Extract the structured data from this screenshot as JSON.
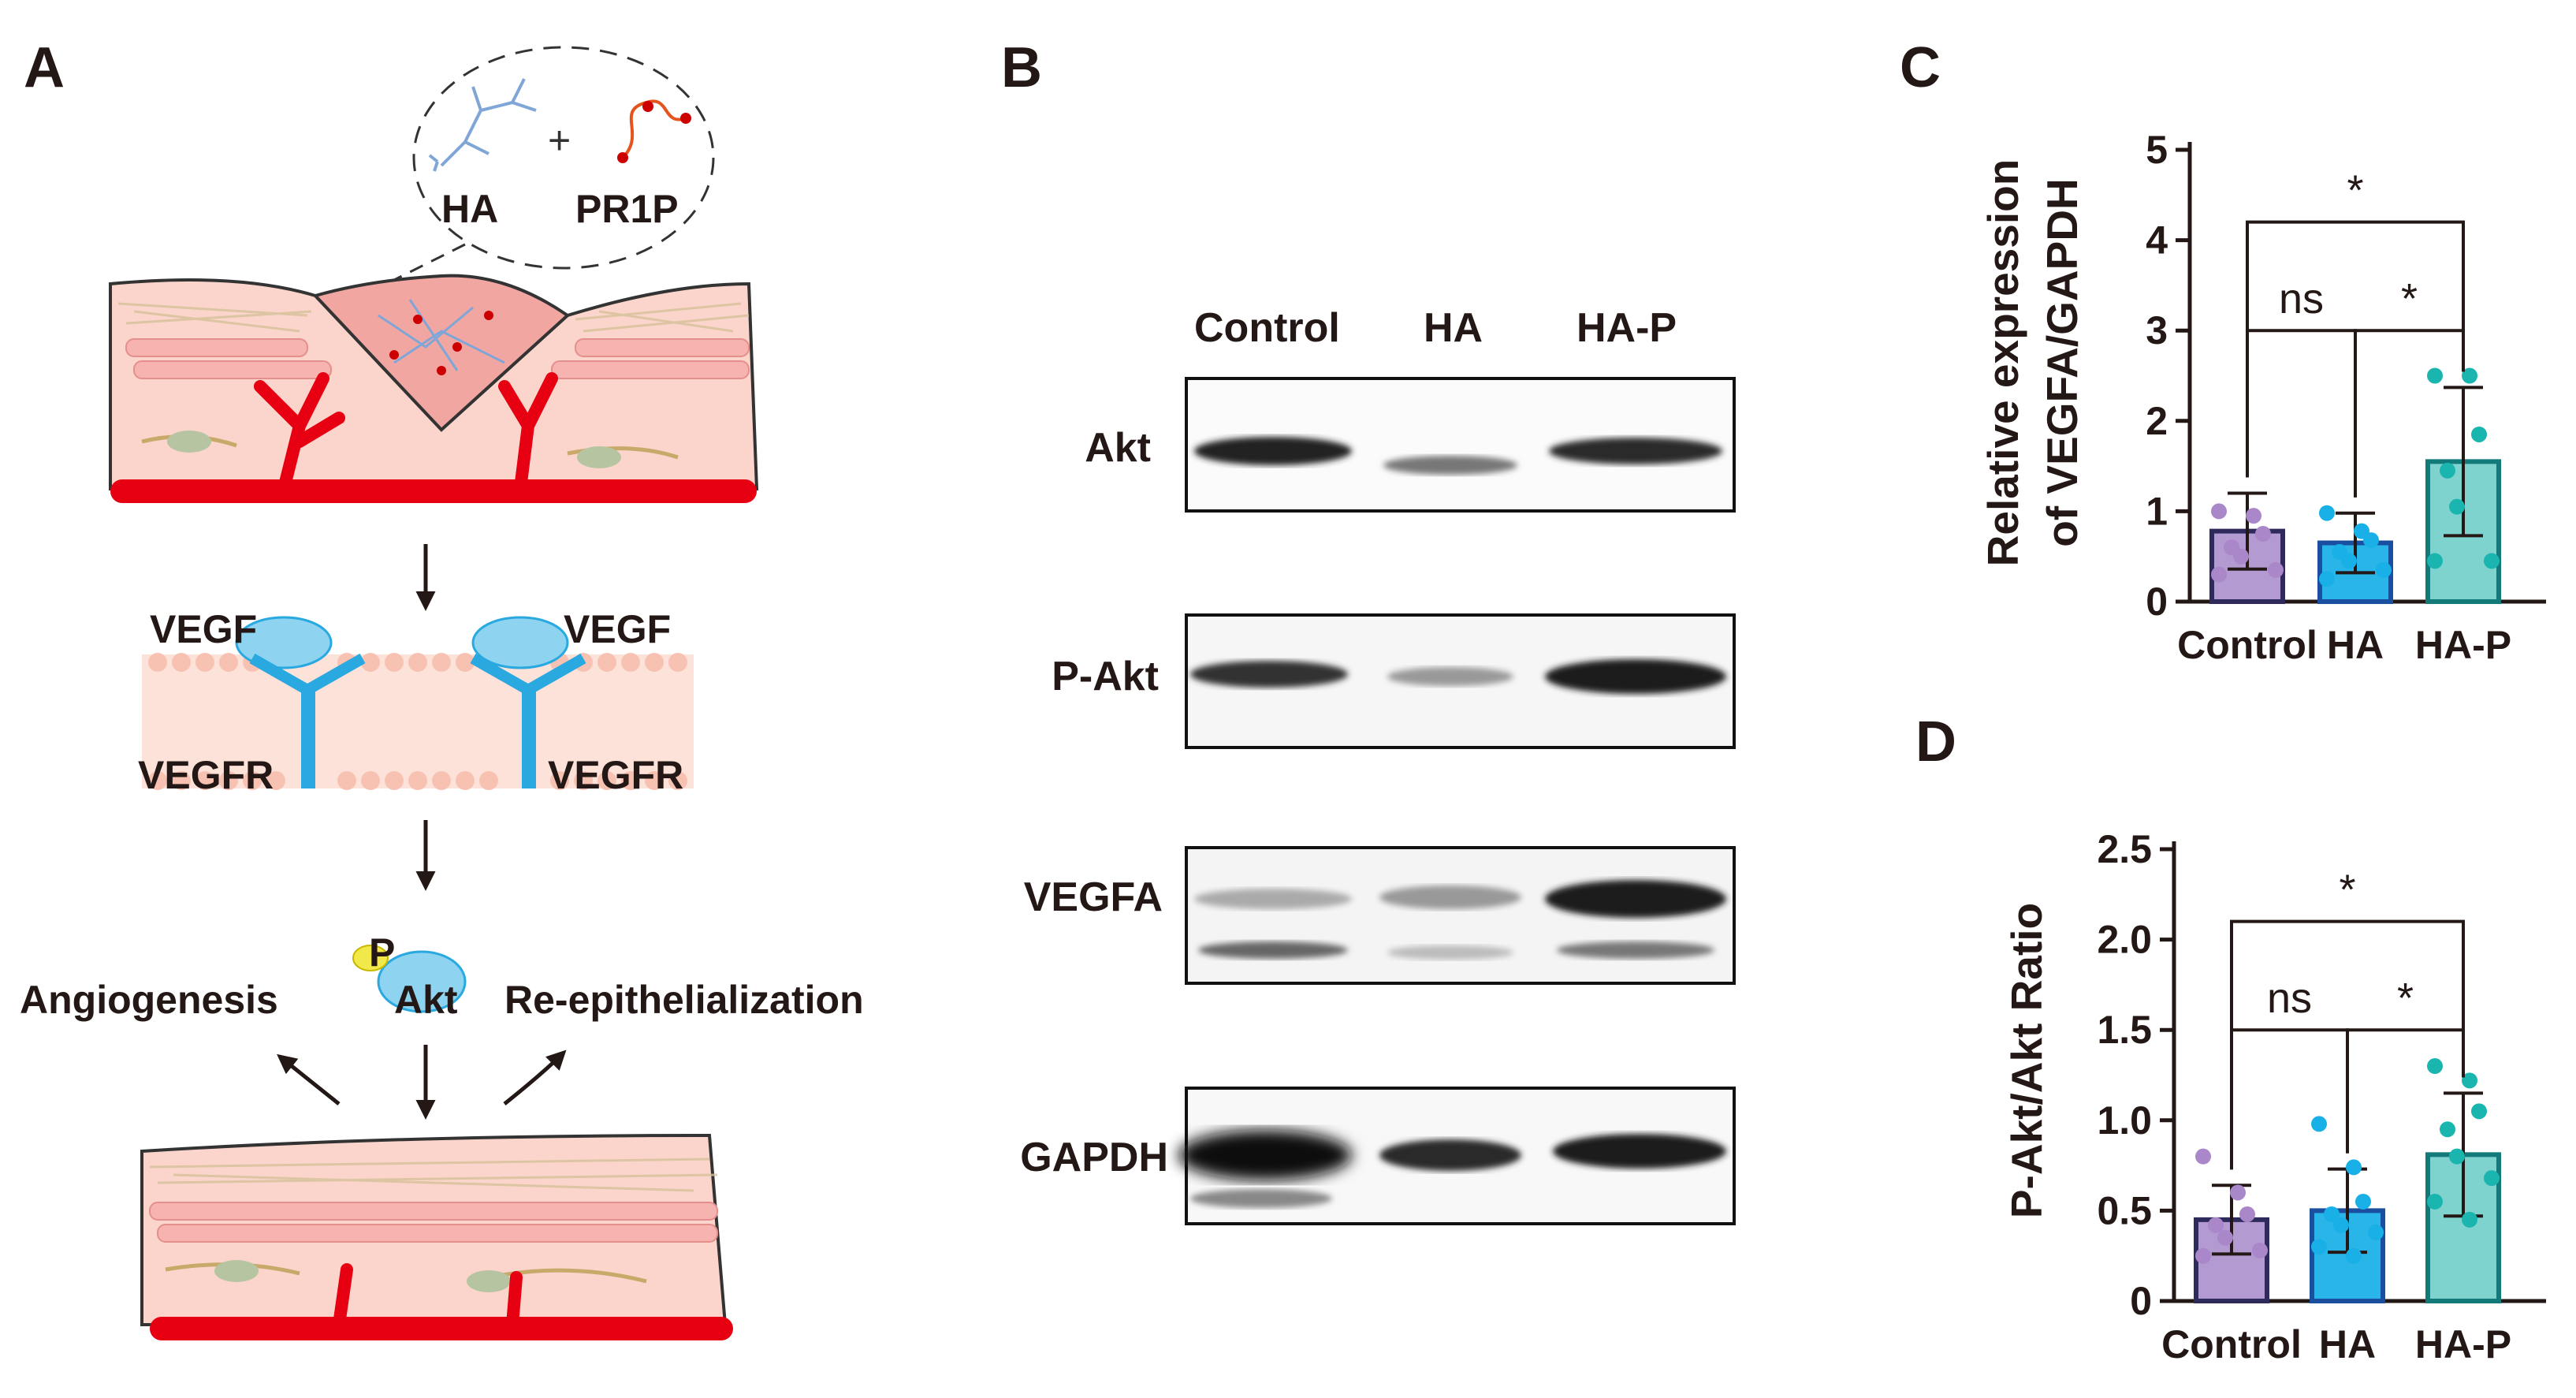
{
  "panels": {
    "a": "A",
    "b": "B",
    "c": "C",
    "d": "D"
  },
  "schematic": {
    "ha": "HA",
    "pr1p": "PR1P",
    "vegf_left": "VEGF",
    "vegf_right": "VEGF",
    "vegfr_left": "VEGFR",
    "vegfr_right": "VEGFR",
    "p": "P",
    "akt": "Akt",
    "angiogenesis": "Angiogenesis",
    "reepi": "Re-epithelialization"
  },
  "blot": {
    "lanes": [
      "Control",
      "HA",
      "HA-P"
    ],
    "rows": [
      "Akt",
      "P-Akt",
      "VEGFA",
      "GAPDH"
    ]
  },
  "colors": {
    "skin": "#fbd5cb",
    "vessel": "#e60012",
    "receptor": "#29a9e0",
    "control": "#b39ad0",
    "ha": "#29b5e8",
    "hap": "#7fd3cf",
    "control_edge": "#2e2a5c",
    "ha_edge": "#1a4fa0",
    "hap_edge": "#137a7a"
  },
  "chart_data": [
    {
      "type": "bar",
      "panel": "C",
      "categories": [
        "Control",
        "HA",
        "HA-P"
      ],
      "values": [
        0.78,
        0.65,
        1.55
      ],
      "errors": [
        0.42,
        0.33,
        0.82
      ],
      "points": [
        [
          1.0,
          0.95,
          0.75,
          0.6,
          0.5,
          0.35,
          0.3
        ],
        [
          0.98,
          0.78,
          0.68,
          0.55,
          0.45,
          0.35,
          0.25
        ],
        [
          2.5,
          2.5,
          1.85,
          1.45,
          1.05,
          0.45,
          0.45
        ]
      ],
      "ylabel": [
        "Relative expression",
        "of VEGFA/GAPDH"
      ],
      "ylim": [
        0,
        5
      ],
      "yticks": [
        "0",
        "1",
        "2",
        "3",
        "4",
        "5"
      ],
      "significance": [
        {
          "from": "Control",
          "to": "HA",
          "label": "ns"
        },
        {
          "from": "HA",
          "to": "HA-P",
          "label": "*"
        },
        {
          "from": "Control",
          "to": "HA-P",
          "label": "*"
        }
      ]
    },
    {
      "type": "bar",
      "panel": "D",
      "categories": [
        "Control",
        "HA",
        "HA-P"
      ],
      "values": [
        0.45,
        0.5,
        0.81
      ],
      "errors": [
        0.19,
        0.23,
        0.34
      ],
      "points": [
        [
          0.8,
          0.6,
          0.48,
          0.42,
          0.35,
          0.28,
          0.25
        ],
        [
          0.98,
          0.74,
          0.55,
          0.48,
          0.42,
          0.38,
          0.3,
          0.25
        ],
        [
          1.3,
          1.22,
          1.05,
          0.95,
          0.8,
          0.68,
          0.55,
          0.45
        ]
      ],
      "ylabel": "P-Akt/Akt Ratio",
      "ylim": [
        0,
        2.5
      ],
      "yticks": [
        "0",
        "0.5",
        "1.0",
        "1.5",
        "2.0",
        "2.5"
      ],
      "significance": [
        {
          "from": "Control",
          "to": "HA",
          "label": "ns"
        },
        {
          "from": "HA",
          "to": "HA-P",
          "label": "*"
        },
        {
          "from": "Control",
          "to": "HA-P",
          "label": "*"
        }
      ]
    }
  ]
}
